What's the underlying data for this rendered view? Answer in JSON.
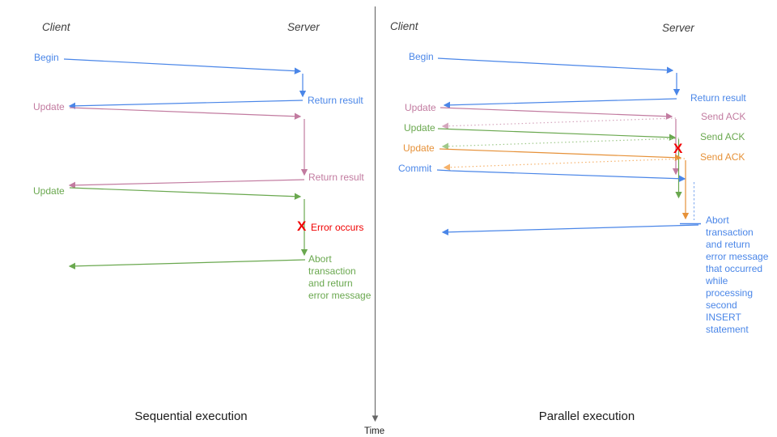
{
  "colors": {
    "blue": "#4a86e8",
    "pink": "#c27ba0",
    "green": "#6aa84f",
    "orange": "#e69138",
    "red": "#f00000",
    "axis": "#666666"
  },
  "left_panel": {
    "client_header": "Client",
    "server_header": "Server",
    "messages": {
      "begin": "Begin",
      "return_result_1": "Return result",
      "update_1": "Update",
      "return_result_2": "Return result",
      "update_2": "Update"
    },
    "error_x": "X",
    "error_label": "Error occurs",
    "abort_label": "Abort\ntransaction\nand return\nerror message",
    "caption": "Sequential execution"
  },
  "right_panel": {
    "client_header": "Client",
    "server_header": "Server",
    "messages": {
      "begin": "Begin",
      "return_result": "Return result",
      "update_1": "Update",
      "send_ack_1": "Send ACK",
      "update_2": "Update",
      "send_ack_2": "Send ACK",
      "update_3": "Update",
      "send_ack_3": "Send ACK",
      "commit": "Commit"
    },
    "error_x": "X",
    "abort_label": "Abort\ntransaction\nand return\nerror message\nthat occurred\nwhile\nprocessing\nsecond\nINSERT\nstatement",
    "caption": "Parallel execution"
  },
  "time_axis": {
    "label": "Time"
  }
}
